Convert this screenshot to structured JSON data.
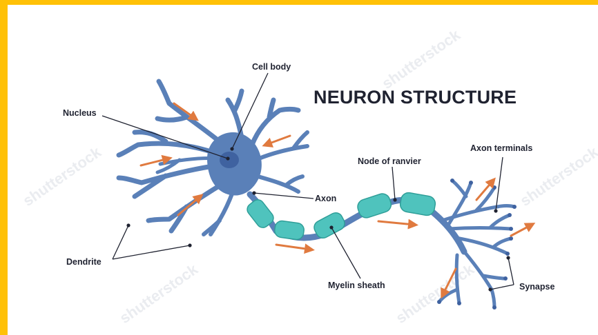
{
  "title": "NEURON STRUCTURE",
  "labels": {
    "cell_body": "Cell body",
    "nucleus": "Nucleus",
    "axon": "Axon",
    "node_of_ranvier": "Node of ranvier",
    "axon_terminals": "Axon terminals",
    "dendrite": "Dendrite",
    "myelin_sheath": "Myelin sheath",
    "synapse": "Synapse"
  },
  "colors": {
    "frame": "#ffc107",
    "neuron": "#5a80b8",
    "neuron_dark": "#3f62a0",
    "myelin": "#4fc3bd",
    "myelin_dark": "#2f9e98",
    "arrow": "#e07a3f",
    "leader": "#1f2230"
  },
  "watermark": "shutterstock"
}
